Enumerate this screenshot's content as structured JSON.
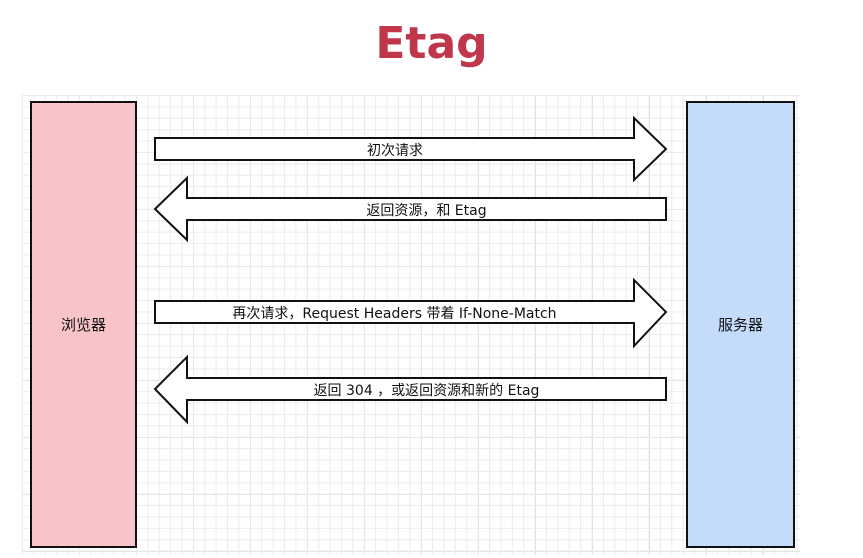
{
  "title": "Etag",
  "nodes": {
    "client": "浏览器",
    "server": "服务器"
  },
  "arrows": [
    {
      "label": "初次请求",
      "direction": "right"
    },
    {
      "label": "返回资源，和 Etag",
      "direction": "left"
    },
    {
      "label": "再次请求，Request Headers 带着 If-None-Match",
      "direction": "right"
    },
    {
      "label": "返回 304 ，或返回资源和新的 Etag",
      "direction": "left"
    }
  ],
  "colors": {
    "title": "#c0364b",
    "client_fill": "#f8c4c8",
    "server_fill": "#c4dcf9",
    "stroke": "#111111"
  }
}
